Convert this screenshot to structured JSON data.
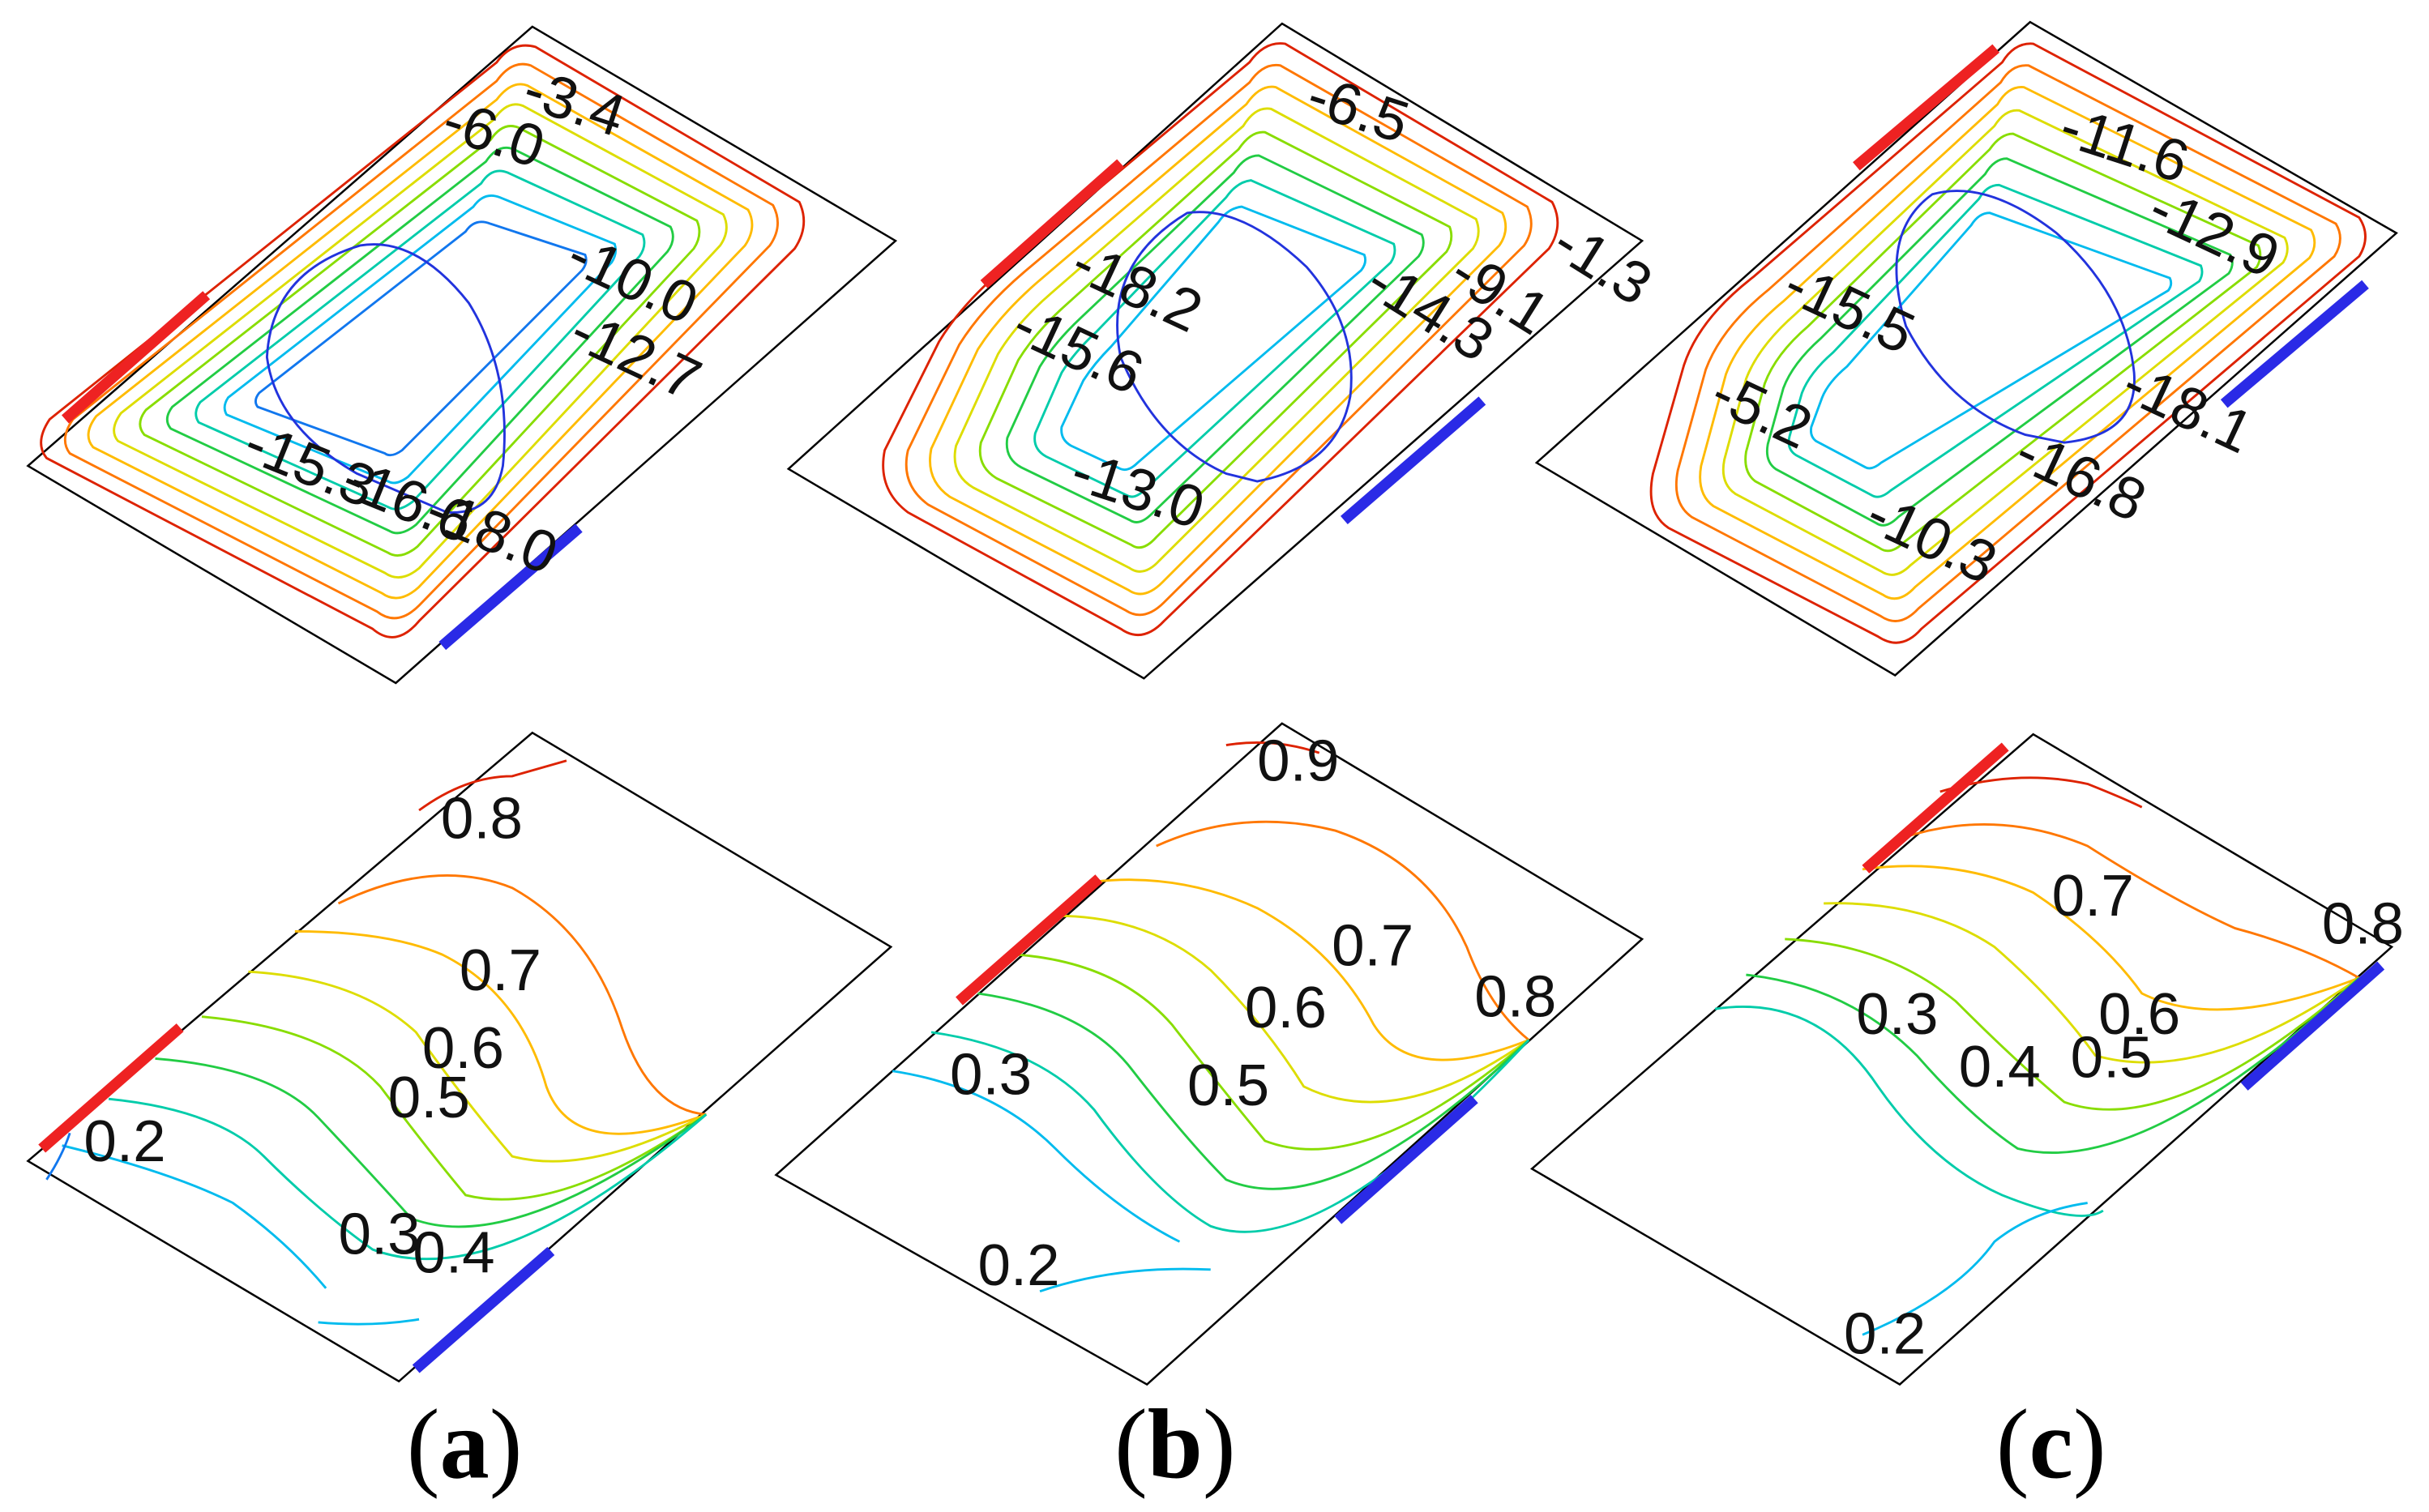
{
  "panels": [
    {
      "id": "a",
      "caption": "a",
      "top": {
        "contour_labels": [
          "-3.4",
          "-6.0",
          "-10.0",
          "-12.7",
          "-15.3",
          "-16.6",
          "-18.0"
        ]
      },
      "bottom": {
        "contour_labels": [
          "0.8",
          "0.7",
          "0.6",
          "0.5",
          "0.4",
          "0.3",
          "0.2"
        ]
      }
    },
    {
      "id": "b",
      "caption": "b",
      "top": {
        "contour_labels": [
          "-6.5",
          "-18.2",
          "-15.6",
          "-14.3",
          "-9.1",
          "-1.3",
          "-13.0"
        ]
      },
      "bottom": {
        "contour_labels": [
          "0.9",
          "0.7",
          "0.8",
          "0.6",
          "0.5",
          "0.3",
          "0.2"
        ]
      }
    },
    {
      "id": "c",
      "caption": "c",
      "top": {
        "contour_labels": [
          "-11.6",
          "-12.9",
          "-15.5",
          "-5.2",
          "-18.1",
          "-16.8",
          "-10.3"
        ]
      },
      "bottom": {
        "contour_labels": [
          "0.7",
          "0.8",
          "0.3",
          "0.6",
          "0.4",
          "0.5",
          "0.2"
        ]
      }
    }
  ],
  "colors": {
    "heated_wall": "#ee2222",
    "cooled_wall": "#2a2ae6",
    "frame": "#000000",
    "contour_scale": [
      "#2233dd",
      "#1177ee",
      "#00bbee",
      "#00ccaa",
      "#22cc44",
      "#88dd00",
      "#dddd00",
      "#ffbb00",
      "#ff7700",
      "#dd2200"
    ]
  }
}
